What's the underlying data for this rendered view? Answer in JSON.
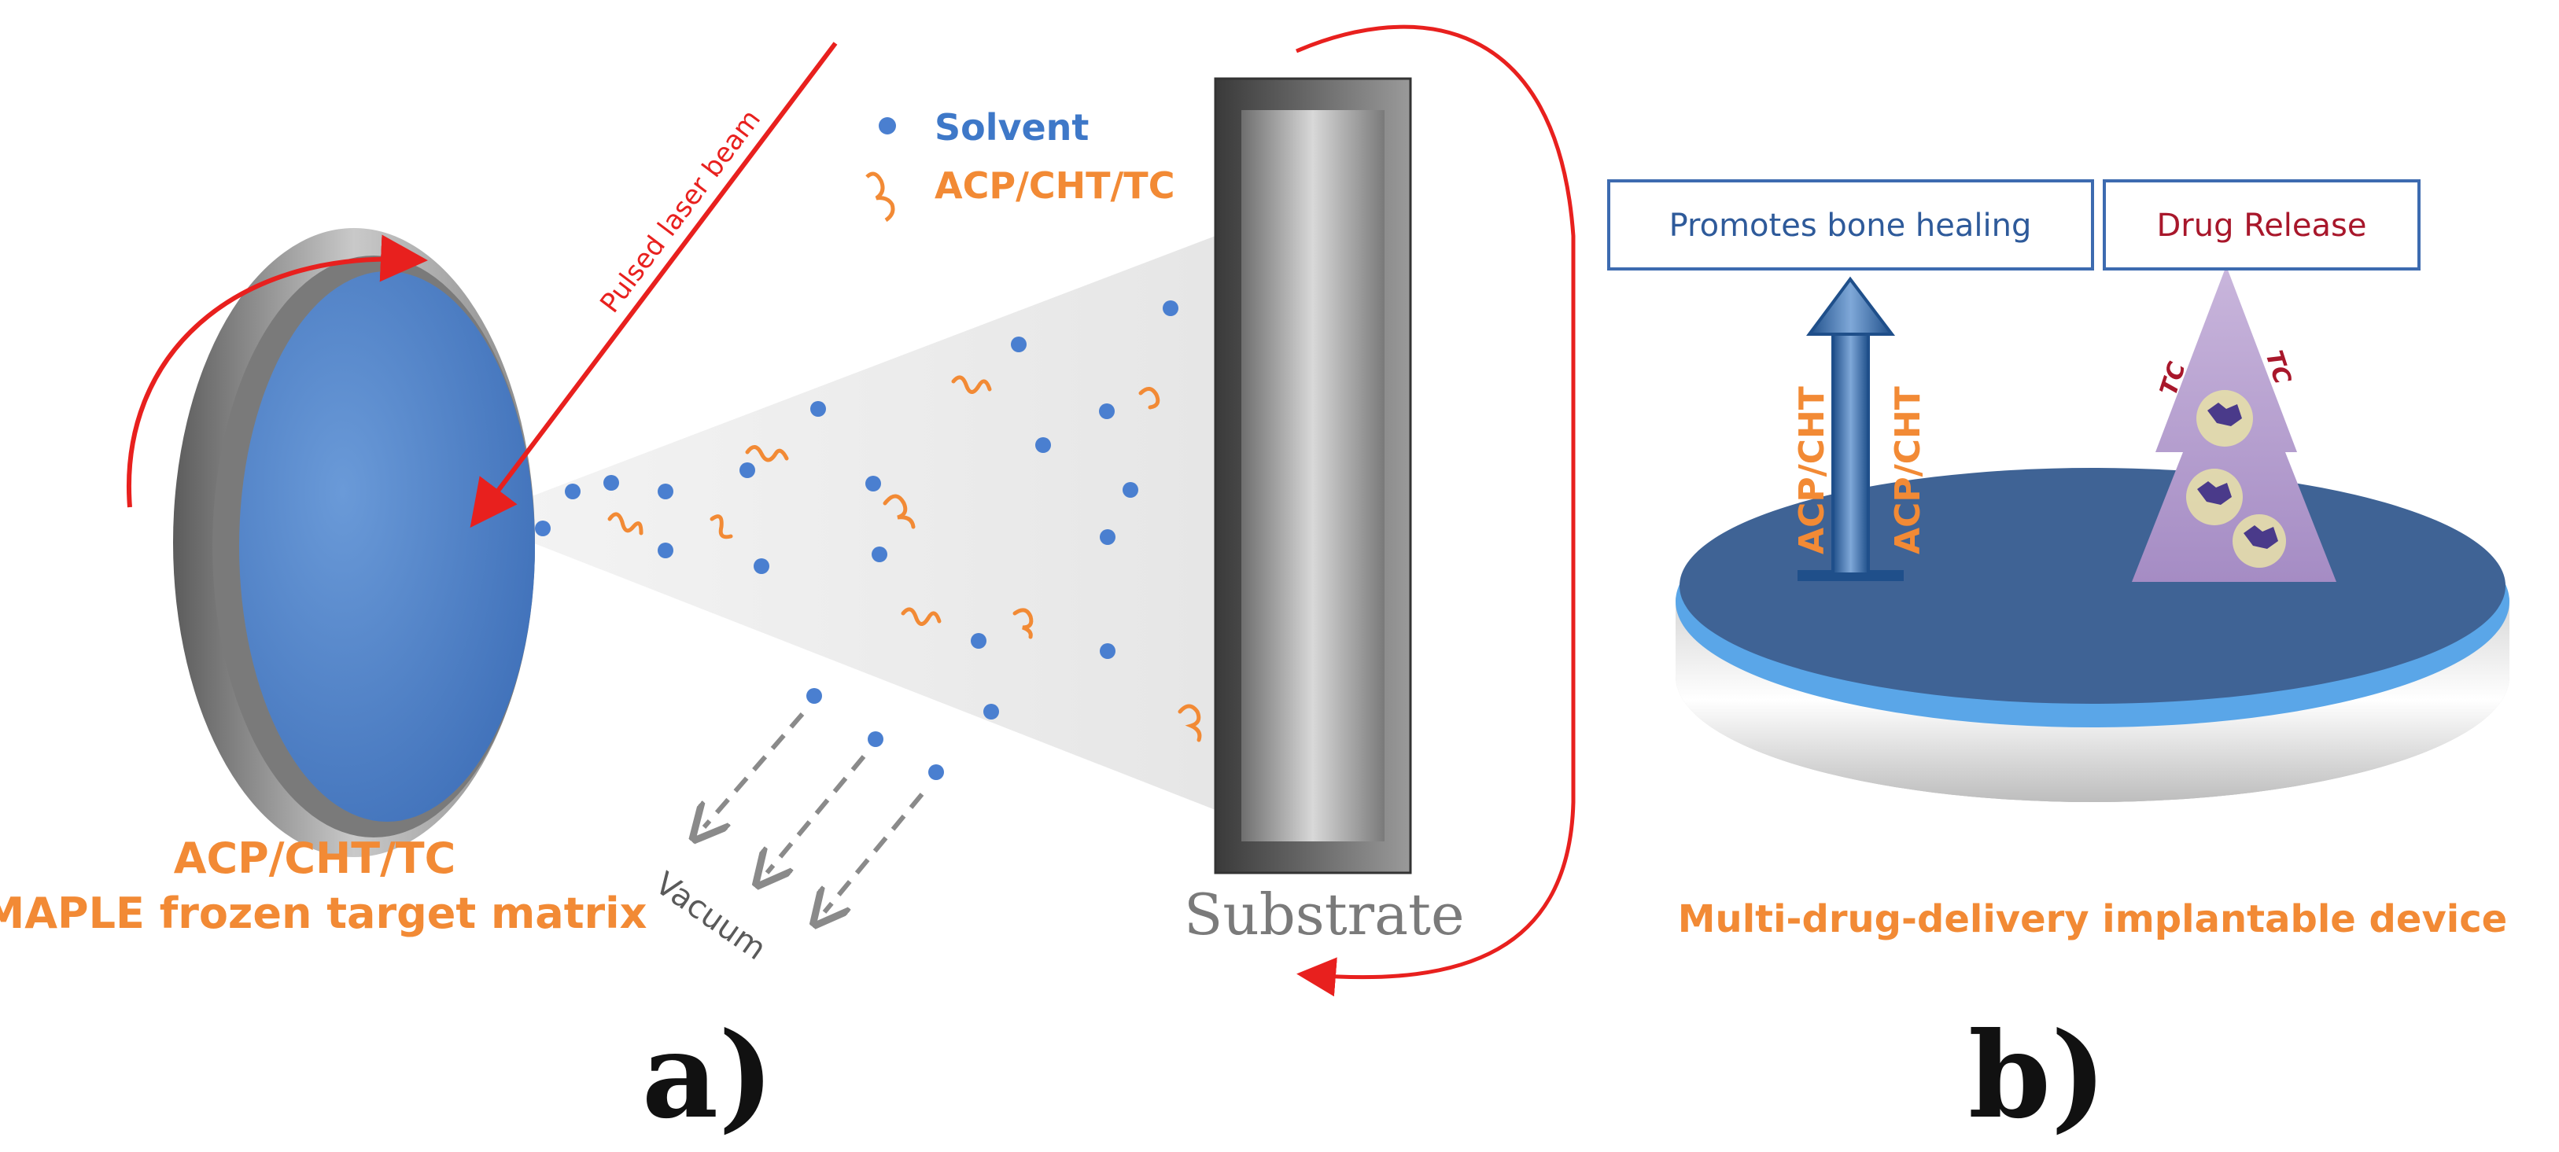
{
  "panel_a": {
    "legend_solvent": "Solvent",
    "legend_polymer": "ACP/CHT/TC",
    "laser_label": "Pulsed laser beam",
    "target_label_line1": "ACP/CHT/TC",
    "target_label_line2": "MAPLE frozen target matrix",
    "vacuum_label": "Vacuum",
    "substrate_label": "Substrate",
    "panel_label": "a)"
  },
  "panel_b": {
    "box_left": "Promotes bone healing",
    "box_right": "Drug Release",
    "arrow_label_left": "ACP/CHT",
    "arrow_label_right": "ACP/CHT",
    "cone_label_left": "TC",
    "cone_label_right": "TC",
    "device_label": "Multi-drug-delivery implantable device",
    "panel_label": "b)"
  },
  "colors": {
    "orange": "#f28a35",
    "blue_dot": "#4a7fd0",
    "red": "#e8201e",
    "dark_red": "#a8172b",
    "disk_blue": "#4f7fc4",
    "device_blue": "#3f6395",
    "box_border": "#3d6bb0"
  },
  "icons": [
    "rotation-arrow-icon",
    "substrate-rotation-arrow-icon",
    "laser-arrow-icon",
    "vacuum-arrow-icon",
    "up-arrow-icon"
  ]
}
